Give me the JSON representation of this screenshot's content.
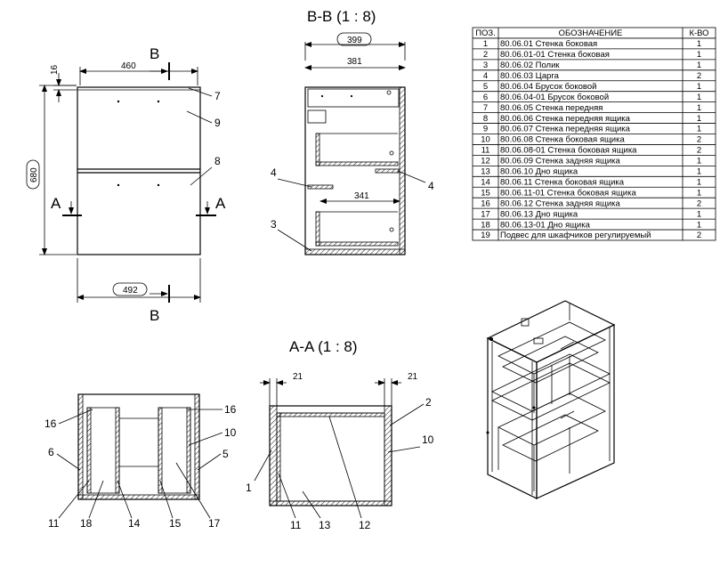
{
  "view_bb": {
    "title": "B-B (1 : 8)",
    "dim_top": "399",
    "dim_width": "381",
    "dim_drawer": "341",
    "labels": {
      "p4_left": "4",
      "p4_right": "4",
      "p3": "3"
    }
  },
  "view_aa": {
    "title": "A-A (1 : 8)",
    "dim_left": "21",
    "dim_right": "21",
    "labels_left": {
      "p16a": "16",
      "p16b": "16",
      "p10": "10",
      "p6": "6",
      "p5": "5",
      "p11": "11",
      "p18": "18",
      "p14": "14",
      "p15": "15",
      "p17": "17"
    },
    "labels_right": {
      "p2": "2",
      "p10": "10",
      "p1": "1",
      "p11": "11",
      "p13": "13",
      "p12": "12"
    }
  },
  "front_view": {
    "dim_width": "460",
    "dim_height": "680",
    "dim_bottom": "492",
    "dim_thickness": "16",
    "section_b_top": "B",
    "section_b_bottom": "B",
    "section_a_left": "A",
    "section_a_right": "A",
    "labels": {
      "p7": "7",
      "p9": "9",
      "p8": "8"
    }
  },
  "bom": {
    "headers": {
      "pos": "ПОЗ.",
      "name": "ОБОЗНАЧЕНИЕ",
      "qty": "К-ВО"
    },
    "rows": [
      {
        "pos": "1",
        "name": "80.06.01 Стенка боковая",
        "qty": "1"
      },
      {
        "pos": "2",
        "name": "80.06.01-01 Стенка боковая",
        "qty": "1"
      },
      {
        "pos": "3",
        "name": "80.06.02 Полик",
        "qty": "1"
      },
      {
        "pos": "4",
        "name": "80.06.03 Царга",
        "qty": "2"
      },
      {
        "pos": "5",
        "name": "80.06.04 Брусок боковой",
        "qty": "1"
      },
      {
        "pos": "6",
        "name": "80.06.04-01 Брусок боковой",
        "qty": "1"
      },
      {
        "pos": "7",
        "name": "80.06.05 Стенка передняя",
        "qty": "1"
      },
      {
        "pos": "8",
        "name": "80.06.06 Стенка передняя ящика",
        "qty": "1"
      },
      {
        "pos": "9",
        "name": "80.06.07 Стенка передняя ящика",
        "qty": "1"
      },
      {
        "pos": "10",
        "name": "80.06.08 Стенка боковая ящика",
        "qty": "2"
      },
      {
        "pos": "11",
        "name": "80.06.08-01 Стенка боковая ящика",
        "qty": "2"
      },
      {
        "pos": "12",
        "name": "80.06.09 Стенка задняя ящика",
        "qty": "1"
      },
      {
        "pos": "13",
        "name": "80.06.10 Дно ящика",
        "qty": "1"
      },
      {
        "pos": "14",
        "name": "80.06.11 Стенка боковая ящика",
        "qty": "1"
      },
      {
        "pos": "15",
        "name": "80.06.11-01 Стенка боковая ящика",
        "qty": "1"
      },
      {
        "pos": "16",
        "name": "80.06.12 Стенка задняя ящика",
        "qty": "2"
      },
      {
        "pos": "17",
        "name": "80.06.13 Дно ящика",
        "qty": "1"
      },
      {
        "pos": "18",
        "name": "80.06.13-01 Дно ящика",
        "qty": "1"
      },
      {
        "pos": "19",
        "name": "Подвес для шкафчиков регулируемый",
        "qty": "2"
      }
    ]
  }
}
